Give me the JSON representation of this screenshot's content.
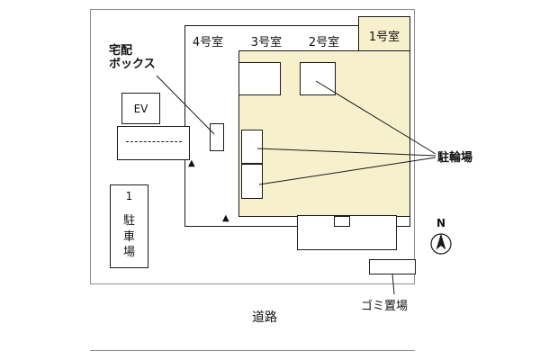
{
  "colors": {
    "room1_highlight": "#f6f0cc",
    "boundary_line": "#8d8d8d",
    "outline": "#1a1a1a"
  },
  "rooms": [
    {
      "label": "4号室"
    },
    {
      "label": "3号室"
    },
    {
      "label": "2号室"
    },
    {
      "label": "1号室"
    }
  ],
  "facilities": {
    "delivery_box": {
      "line1": "宅配",
      "line2": "ボックス"
    },
    "elevator": "EV",
    "parking": {
      "number": "1",
      "label": "駐車場"
    },
    "bicycle_parking": "駐輪場",
    "garbage": "ゴミ置場"
  },
  "road_label": "道路",
  "compass": {
    "north": "N"
  },
  "markers": {
    "entrance": "▲"
  }
}
